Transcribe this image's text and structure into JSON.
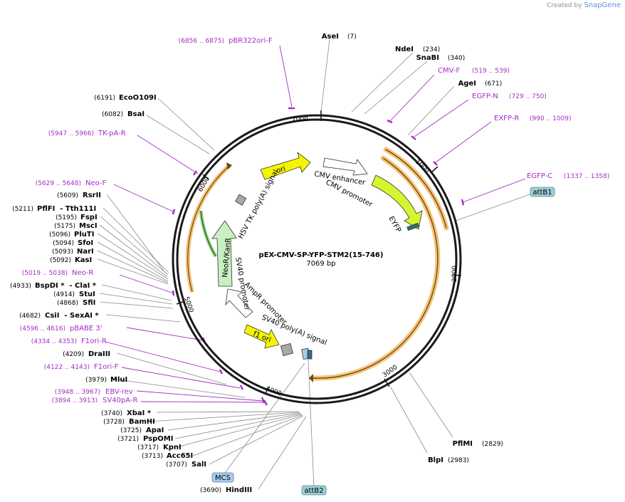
{
  "branding": {
    "prefix": "Created by",
    "product": "SnapGene"
  },
  "plasmid": {
    "name": "pEX-CMV-SP-YFP-STM2(15-746)",
    "size": "7069 bp"
  },
  "ticks": [
    "1000",
    "2000",
    "3000",
    "4000",
    "5000",
    "6000",
    "7000"
  ],
  "enzymes": [
    {
      "name": "AseI",
      "pos": "(7)"
    },
    {
      "name": "NdeI",
      "pos": "(234)"
    },
    {
      "name": "SnaBI",
      "pos": "(340)"
    },
    {
      "name": "AgeI",
      "pos": "(671)"
    },
    {
      "name": "PflMI",
      "pos": "(2829)"
    },
    {
      "name": "BlpI",
      "pos": "(2983)"
    },
    {
      "name": "EcoO109I",
      "pos": "(6191)"
    },
    {
      "name": "BsaI",
      "pos": "(6082)"
    },
    {
      "name": "RsrII",
      "pos": "(5609)"
    },
    {
      "name": "PflFI  - Tth111I",
      "pos": "(5211)"
    },
    {
      "name": "FspI",
      "pos": "(5195)"
    },
    {
      "name": "MscI",
      "pos": "(5175)"
    },
    {
      "name": "PluTI",
      "pos": "(5096)"
    },
    {
      "name": "SfoI",
      "pos": "(5094)"
    },
    {
      "name": "NarI",
      "pos": "(5093)"
    },
    {
      "name": "KasI",
      "pos": "(5092)"
    },
    {
      "name": "BspDI *  - ClaI *",
      "pos": "(4933)"
    },
    {
      "name": "StuI",
      "pos": "(4914)"
    },
    {
      "name": "SfiI",
      "pos": "(4868)"
    },
    {
      "name": "CsiI  - SexAI *",
      "pos": "(4682)"
    },
    {
      "name": "DraIII",
      "pos": "(4209)"
    },
    {
      "name": "MluI",
      "pos": "(3979)"
    },
    {
      "name": "XbaI *",
      "pos": "(3740)"
    },
    {
      "name": "BamHI",
      "pos": "(3728)"
    },
    {
      "name": "ApaI",
      "pos": "(3725)"
    },
    {
      "name": "PspOMI",
      "pos": "(3721)"
    },
    {
      "name": "KpnI",
      "pos": "(3717)"
    },
    {
      "name": "Acc65I",
      "pos": "(3713)"
    },
    {
      "name": "SalI",
      "pos": "(3707)"
    },
    {
      "name": "HindIII",
      "pos": "(3690)"
    }
  ],
  "primers": [
    {
      "name": "pBR322ori-F",
      "pos": "(6856 .. 6875)"
    },
    {
      "name": "CMV-F",
      "pos": "(519 .. 539)"
    },
    {
      "name": "EGFP-N",
      "pos": "(729 .. 750)"
    },
    {
      "name": "EXFP-R",
      "pos": "(990 .. 1009)"
    },
    {
      "name": "EGFP-C",
      "pos": "(1337 .. 1358)"
    },
    {
      "name": "TK-pA-R",
      "pos": "(5947 .. 5966)"
    },
    {
      "name": "Neo-F",
      "pos": "(5629 .. 5648)"
    },
    {
      "name": "Neo-R",
      "pos": "(5019 .. 5038)"
    },
    {
      "name": "pBABE 3'",
      "pos": "(4596 .. 4616)"
    },
    {
      "name": "F1ori-R",
      "pos": "(4334 .. 4353)"
    },
    {
      "name": "F1ori-F",
      "pos": "(4122 .. 4143)"
    },
    {
      "name": "EBV-rev",
      "pos": "(3948 .. 3967)"
    },
    {
      "name": "SV40pA-R",
      "pos": "(3894 .. 3913)"
    }
  ],
  "features": {
    "cmv_enhancer": "CMV enhancer",
    "cmv_promoter": "CMV promoter",
    "eyfp": "EYFP",
    "ori": "ori",
    "hsv": "HSV TK poly(A) signal",
    "neokan": "NeoR/KanR",
    "sv40prom": "SV40 promoter",
    "ampr": "AmpR promoter",
    "sv40pa": "SV40 poly(A) signal",
    "f1ori": "f1 ori"
  },
  "tags": {
    "attB1": "attB1",
    "attB2": "attB2",
    "mcs": "MCS"
  },
  "colors": {
    "primer": "#a32cc4",
    "orf": "#f4b860",
    "yellow": "#f5f500",
    "green": "#c8f0c0",
    "tag": "#9ccfd8",
    "mcs": "#a7ccf0"
  }
}
